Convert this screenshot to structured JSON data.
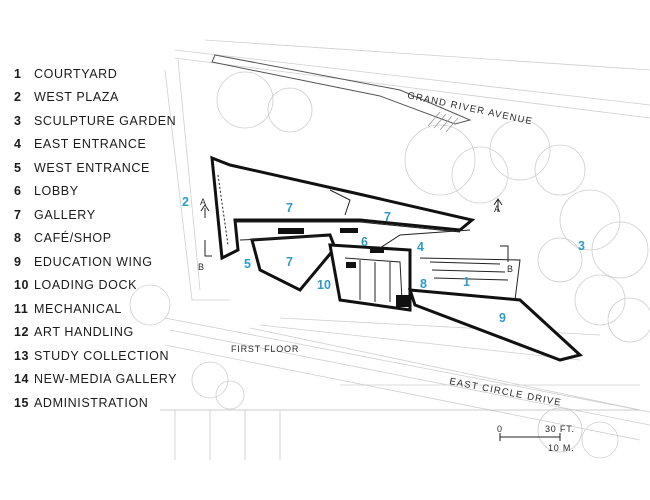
{
  "legend": [
    {
      "num": "1",
      "label": "COURTYARD"
    },
    {
      "num": "2",
      "label": "WEST PLAZA"
    },
    {
      "num": "3",
      "label": "SCULPTURE GARDEN"
    },
    {
      "num": "4",
      "label": "EAST ENTRANCE"
    },
    {
      "num": "5",
      "label": "WEST ENTRANCE"
    },
    {
      "num": "6",
      "label": "LOBBY"
    },
    {
      "num": "7",
      "label": "GALLERY"
    },
    {
      "num": "8",
      "label": "CAFÉ/SHOP"
    },
    {
      "num": "9",
      "label": "EDUCATION WING"
    },
    {
      "num": "10",
      "label": "LOADING DOCK"
    },
    {
      "num": "11",
      "label": "MECHANICAL"
    },
    {
      "num": "12",
      "label": "ART HANDLING"
    },
    {
      "num": "13",
      "label": "STUDY COLLECTION"
    },
    {
      "num": "14",
      "label": "NEW-MEDIA GALLERY"
    },
    {
      "num": "15",
      "label": "ADMINISTRATION"
    }
  ],
  "streets": {
    "north": "GRAND RIVER AVENUE",
    "south": "EAST CIRCLE DRIVE"
  },
  "floor_label": "FIRST FLOOR",
  "section_marks": {
    "a": "A",
    "b": "B"
  },
  "scale": {
    "zero": "0",
    "feet": "30 FT.",
    "meters": "10 M."
  },
  "plan_numbers": {
    "n1": "1",
    "n2": "2",
    "n3": "3",
    "n4": "4",
    "n5": "5",
    "n6": "6",
    "n7a": "7",
    "n7b": "7",
    "n7c": "7",
    "n8": "8",
    "n9": "9",
    "n10": "10"
  },
  "colors": {
    "accent": "#2e9bc7",
    "ink": "#1b1b1b",
    "site_lines": "#c8c8c8"
  }
}
